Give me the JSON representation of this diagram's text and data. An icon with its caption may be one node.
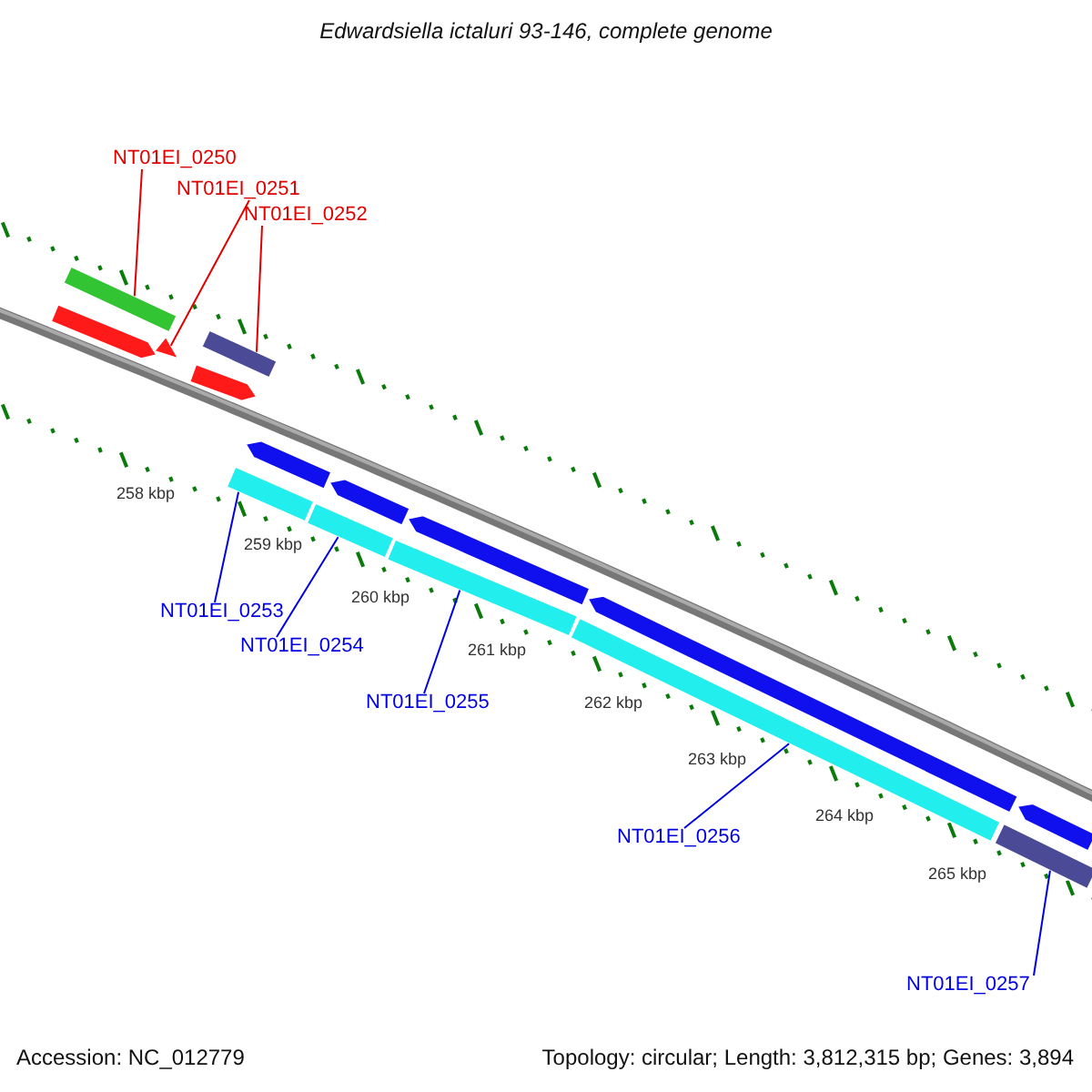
{
  "diagram": {
    "title": "Edwardsiella ictaluri 93-146, complete genome",
    "nodes": [
      {
        "text": [
          "NT01EI_0250"
        ]
      },
      {
        "text": [
          "NT01EI_0251"
        ]
      },
      {
        "text": [
          "NT01EI_0252"
        ]
      },
      {
        "text": [
          "NT01EI_0253"
        ]
      },
      {
        "text": [
          "NT01EI_0254"
        ]
      },
      {
        "text": [
          "NT01EI_0255"
        ]
      },
      {
        "text": [
          "NT01EI_0256"
        ]
      },
      {
        "text": [
          "NT01EI_0257"
        ]
      },
      {
        "text": [],
        "shape": "bar"
      },
      {
        "text": [],
        "shape": "triangle"
      },
      {
        "text": [],
        "shape": "bar"
      },
      {
        "text": [],
        "shape": "bar"
      },
      {
        "text": [],
        "shape": "bar"
      },
      {
        "text": [],
        "shape": "bar"
      },
      {
        "text": [],
        "shape": "bar"
      },
      {
        "text": [],
        "shape": "bar"
      },
      {
        "text": [],
        "shape": "arrow"
      },
      {
        "text": [],
        "shape": "arrow"
      },
      {
        "text": [],
        "shape": "arrow"
      },
      {
        "text": [],
        "shape": "arrow"
      },
      {
        "text": [],
        "shape": "arrow"
      },
      {
        "text": [],
        "shape": "arrow"
      },
      {
        "text": [],
        "shape": "arrow"
      }
    ],
    "edges": [
      {
        "from": 0,
        "to": 8,
        "arrow": "none",
        "color": "#e00000"
      },
      {
        "from": 1,
        "to": 9,
        "arrow": "none",
        "color": "#e00000"
      },
      {
        "from": 2,
        "to": 10,
        "arrow": "none",
        "color": "#e00000"
      },
      {
        "from": 3,
        "to": 11,
        "arrow": "none"
      },
      {
        "from": 4,
        "to": 12,
        "arrow": "none"
      },
      {
        "from": 5,
        "to": 13,
        "arrow": "none"
      },
      {
        "from": 6,
        "to": 14,
        "arrow": "none"
      },
      {
        "from": 7,
        "to": 15,
        "arrow": "none"
      }
    ],
    "labels": [
      "258 kbp",
      "259 kbp",
      "260 kbp",
      "261 kbp",
      "262 kbp",
      "263 kbp",
      "264 kbp",
      "265 kbp",
      "Accession: NC_012779",
      "Topology: circular; Length: 3,812,315 bp; Genes: 3,894"
    ]
  }
}
